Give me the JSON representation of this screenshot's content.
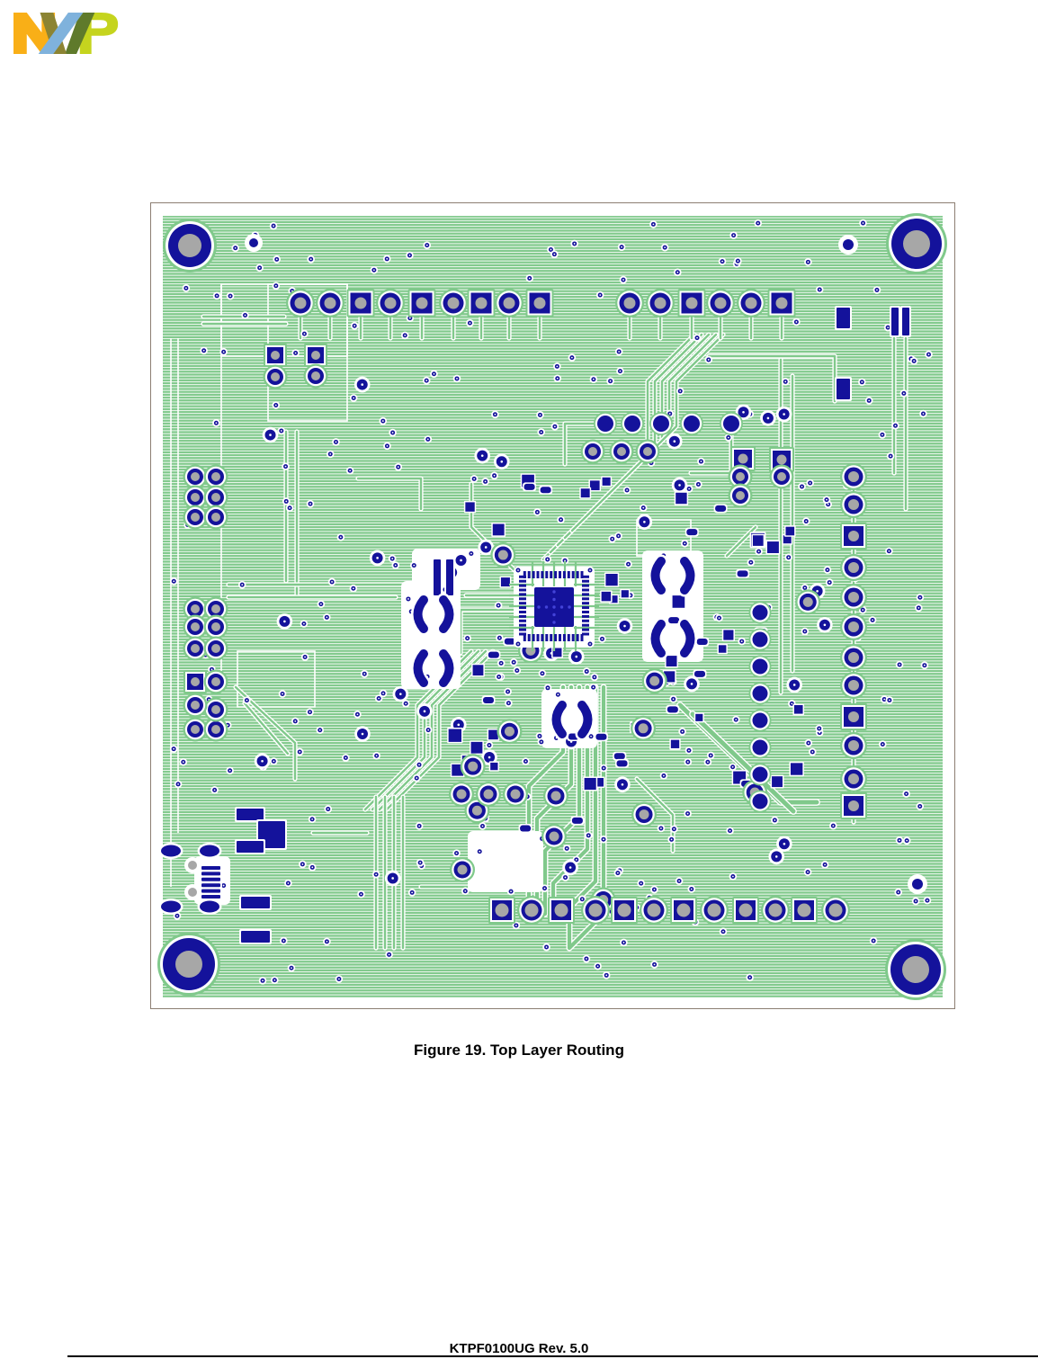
{
  "page": {
    "background": "#ffffff"
  },
  "logo": {
    "name": "NXP",
    "letters": [
      "N",
      "X",
      "P"
    ],
    "colors": {
      "n_orange": "#f9af17",
      "x_olive": "#8c8433",
      "x_blue": "#7fb2dc",
      "x_dark_green": "#5f7a2b",
      "p_green": "#c5d41e"
    }
  },
  "figure": {
    "caption": "Figure 19. Top Layer Routing",
    "frame_border_color": "#8c7e72",
    "board_colors": {
      "copper_green": "#80c98b",
      "hatch_white": "#ffffff",
      "pad_navy": "#14129b",
      "via_blue": "#4343d8",
      "drill_gray": "#a7a7a7"
    }
  },
  "footer": {
    "text": "KTPF0100UG Rev. 5.0"
  }
}
